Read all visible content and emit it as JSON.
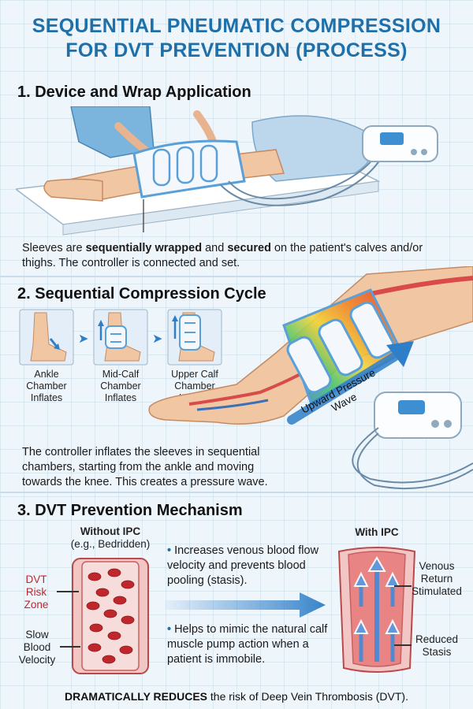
{
  "title_line1": "SEQUENTIAL PNEUMATIC COMPRESSION",
  "title_line2": "FOR DVT PREVENTION (PROCESS)",
  "section1": {
    "heading": "1. Device and Wrap Application",
    "caption_pre": "Sleeves are ",
    "caption_b1": "sequentially wrapped",
    "caption_mid": " and ",
    "caption_b2": "secured",
    "caption_post": " on the patient's calves and/or thighs. The controller is connected and set."
  },
  "section2": {
    "heading": "2. Sequential Compression Cycle",
    "steps": [
      {
        "l1": "Ankle",
        "l2": "Chamber",
        "l3": "Inflates"
      },
      {
        "l1": "Mid-Calf",
        "l2": "Chamber",
        "l3": "Inflates"
      },
      {
        "l1": "Upper Calf",
        "l2": "Chamber",
        "l3": "Inflates"
      }
    ],
    "wave_l1": "Upward Pressure",
    "wave_l2": "Wave",
    "caption": "The controller inflates the sleeves in sequential chambers, starting from the ankle and moving towards the knee. This creates a pressure wave."
  },
  "section3": {
    "heading": "3. DVT Prevention Mechanism",
    "without_title": "Without IPC",
    "without_sub": "(e.g., Bedridden)",
    "dvt_l1": "DVT",
    "dvt_l2": "Risk",
    "dvt_l3": "Zone",
    "slow_l1": "Slow",
    "slow_l2": "Blood",
    "slow_l3": "Velocity",
    "bullet1": "Increases venous blood flow velocity and prevents blood pooling (stasis).",
    "bullet2": "Helps to mimic the natural calf muscle pump action when a patient is immobile.",
    "with_title": "With IPC",
    "venous_l1": "Venous",
    "venous_l2": "Return",
    "venous_l3": "Stimulated",
    "reduced_l1": "Reduced",
    "reduced_l2": "Stasis"
  },
  "footer_bold": "DRAMATICALLY REDUCES",
  "footer_rest": " the risk of Deep Vein Thrombosis (DVT).",
  "colors": {
    "title_blue": "#1f6fa8",
    "dvt_red": "#c0272d",
    "arrow_blue": "#2f7fc8",
    "vessel_red": "#d94a4a",
    "sleeve_white": "#f4f8fc",
    "sleeve_edge": "#5aa0d8"
  }
}
